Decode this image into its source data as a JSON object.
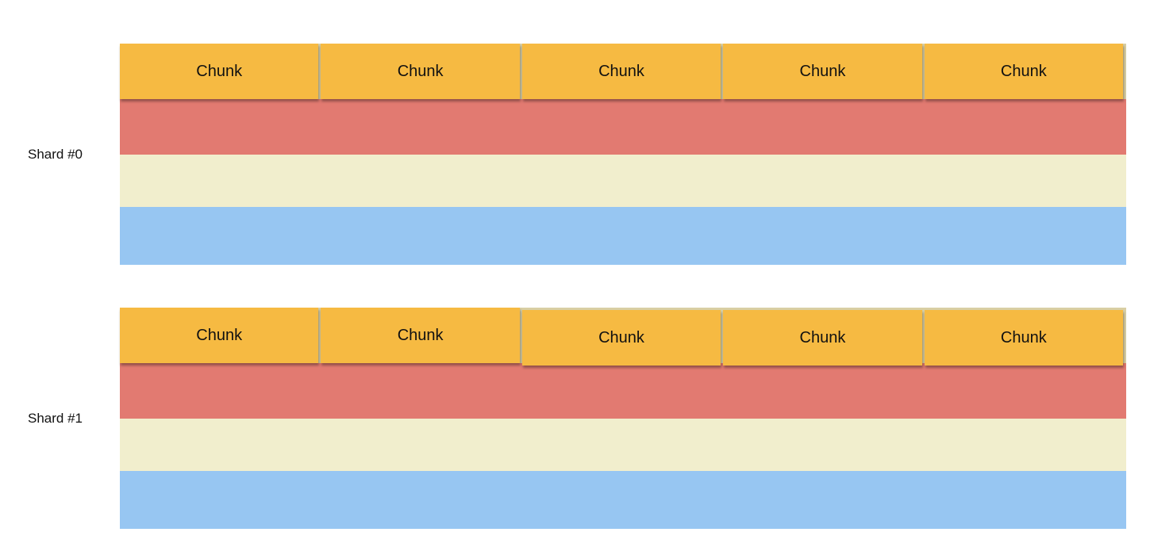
{
  "colors": {
    "background": "#FFFFFF",
    "text": "#111111",
    "chunk_fill": "#F6BA42",
    "chunk_gap": "#D9CFA4",
    "band_red": "#E27A71",
    "band_cream": "#F1EECD",
    "band_blue": "#97C6F2"
  },
  "shards": [
    {
      "label": "Shard #0",
      "chunks": [
        "Chunk",
        "Chunk",
        "Chunk",
        "Chunk",
        "Chunk"
      ],
      "bands": [
        "red-band",
        "cream-band",
        "blue-band"
      ]
    },
    {
      "label": "Shard #1",
      "chunks": [
        "Chunk",
        "Chunk",
        "Chunk",
        "Chunk",
        "Chunk"
      ],
      "bands": [
        "red-band",
        "cream-band",
        "blue-band"
      ]
    }
  ]
}
